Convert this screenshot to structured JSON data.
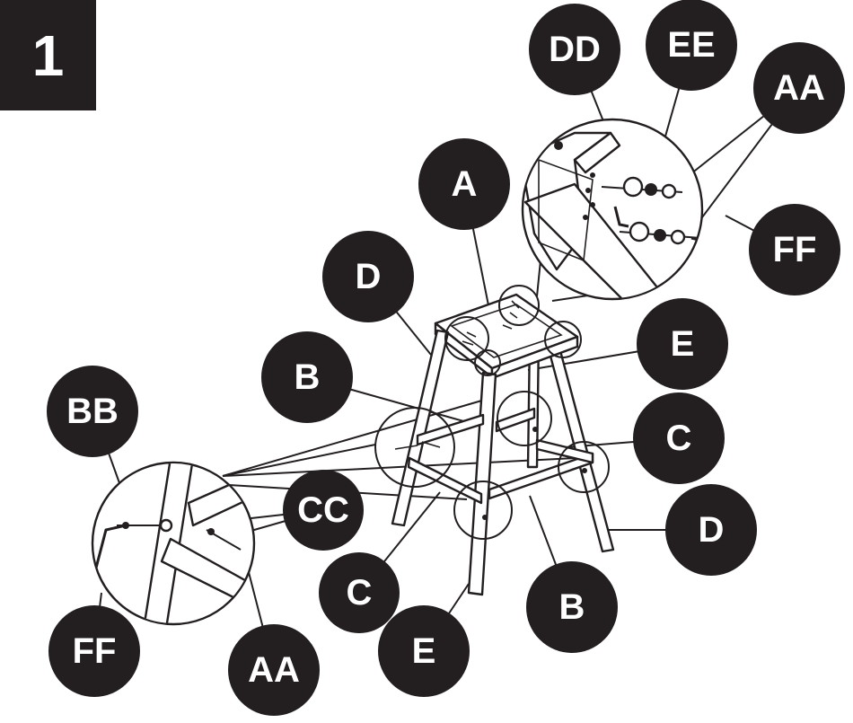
{
  "step": {
    "number": "1"
  },
  "labels": {
    "A": "A",
    "B_left": "B",
    "B_bottom": "B",
    "C_right": "C",
    "C_bottom": "C",
    "D_top": "D",
    "D_right": "D",
    "E_right": "E",
    "E_bottom": "E",
    "AA_top": "AA",
    "AA_bottom": "AA",
    "BB": "BB",
    "CC": "CC",
    "DD": "DD",
    "EE": "EE",
    "FF_right": "FF",
    "FF_left": "FF"
  },
  "colors": {
    "ink": "#231f20",
    "paper": "#ffffff"
  }
}
